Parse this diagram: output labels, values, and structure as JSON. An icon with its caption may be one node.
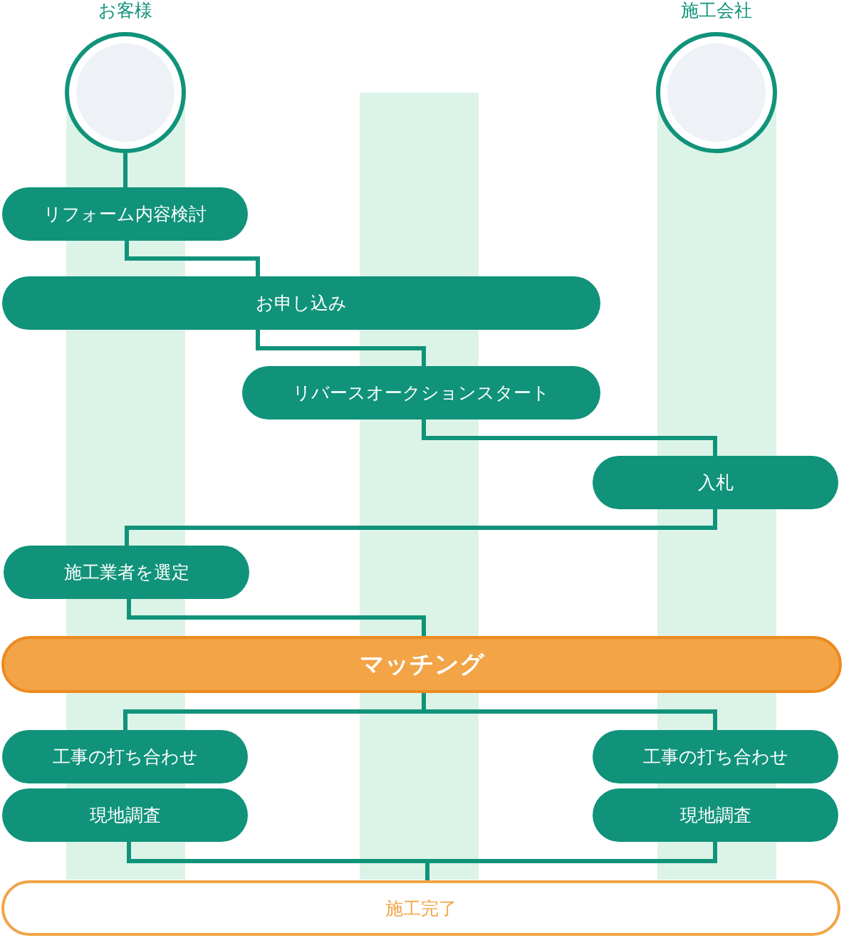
{
  "diagram": {
    "nodes": [
      {
        "text": [
          "お客様"
        ]
      },
      {
        "text": [
          "施工会社"
        ]
      },
      {
        "text": [
          "リフォーム内容検討"
        ]
      },
      {
        "text": [
          "お申し込み"
        ]
      },
      {
        "text": [
          "リバースオークションスタート"
        ]
      },
      {
        "text": [
          "入札"
        ]
      },
      {
        "text": [
          "施工業者を選定"
        ]
      },
      {
        "text": [
          "マッチング"
        ]
      },
      {
        "text": [
          "工事の打ち合わせ"
        ]
      },
      {
        "text": [
          "現地調査"
        ]
      },
      {
        "text": [
          "工事の打ち合わせ"
        ]
      },
      {
        "text": [
          "現地調査"
        ]
      },
      {
        "text": [
          "施工完了"
        ]
      }
    ],
    "edges": [
      {
        "from": 0,
        "to": 2,
        "arrow": "none"
      },
      {
        "from": 2,
        "to": 3,
        "arrow": "none"
      },
      {
        "from": 3,
        "to": 4,
        "arrow": "none"
      },
      {
        "from": 4,
        "to": 5,
        "arrow": "none"
      },
      {
        "from": 5,
        "to": 6,
        "arrow": "none"
      },
      {
        "from": 6,
        "to": 7,
        "arrow": "none"
      },
      {
        "from": 7,
        "to": 8,
        "arrow": "none"
      },
      {
        "from": 7,
        "to": 10,
        "arrow": "none"
      },
      {
        "from": 9,
        "to": 12,
        "arrow": "none"
      },
      {
        "from": 11,
        "to": 12,
        "arrow": "none"
      }
    ]
  }
}
